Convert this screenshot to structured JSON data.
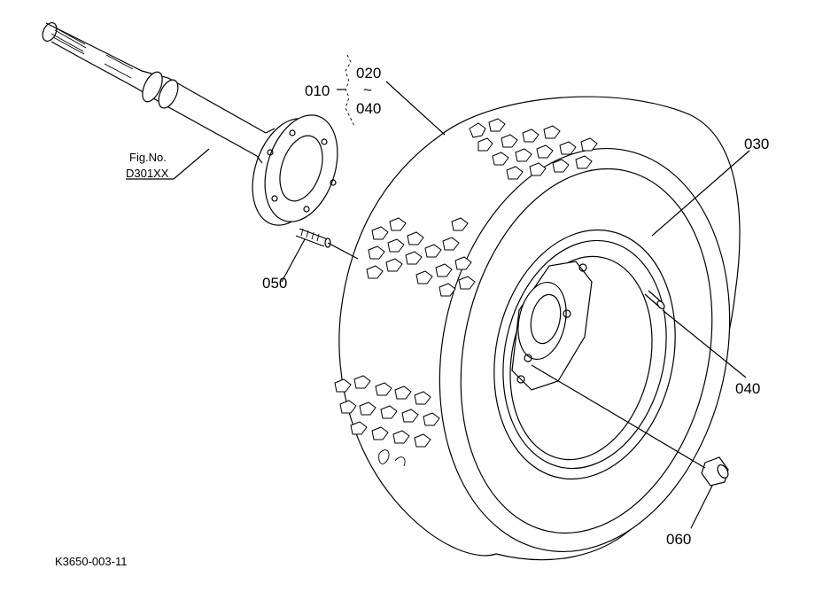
{
  "diagram": {
    "callouts": {
      "c010": "010",
      "c020": "020",
      "range_sep": "~",
      "c040_range": "040",
      "c030": "030",
      "c040": "040",
      "c050": "050",
      "c060": "060"
    },
    "fig_ref": {
      "line1": "Fig.No.",
      "line2": "D301XX"
    },
    "drawing_code": "K3650-003-11"
  }
}
